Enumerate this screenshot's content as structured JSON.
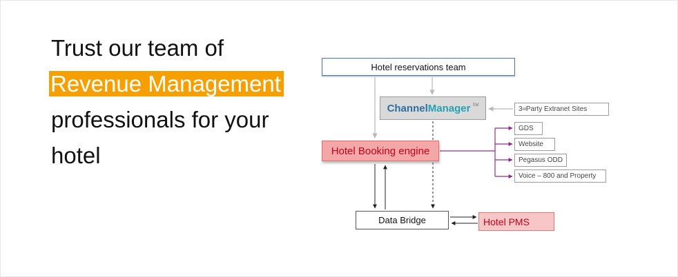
{
  "headline": {
    "line1": "Trust our team of",
    "highlight": "Revenue Management",
    "line3": "professionals for your",
    "line4": "hotel"
  },
  "diagram": {
    "reservations_team": "Hotel reservations team",
    "channel_manager": {
      "part1": "Channel",
      "part2": "Manager",
      "mark": "SM"
    },
    "booking_engine": "Hotel Booking engine",
    "data_bridge": "Data Bridge",
    "hotel_pms": "Hotel PMS",
    "extranet": {
      "num": "3",
      "sup": "rd",
      "text": " Party Extranet Sites"
    },
    "channels": [
      "GDS",
      "Website",
      "Pegasus ODD",
      "Voice – 800 and Property"
    ]
  },
  "colors": {
    "highlight": "#f5a000",
    "booking_engine_fill": "#f4a7a7",
    "connector_purple": "#8e2a8e",
    "connector_gray": "#b8b8b8"
  }
}
